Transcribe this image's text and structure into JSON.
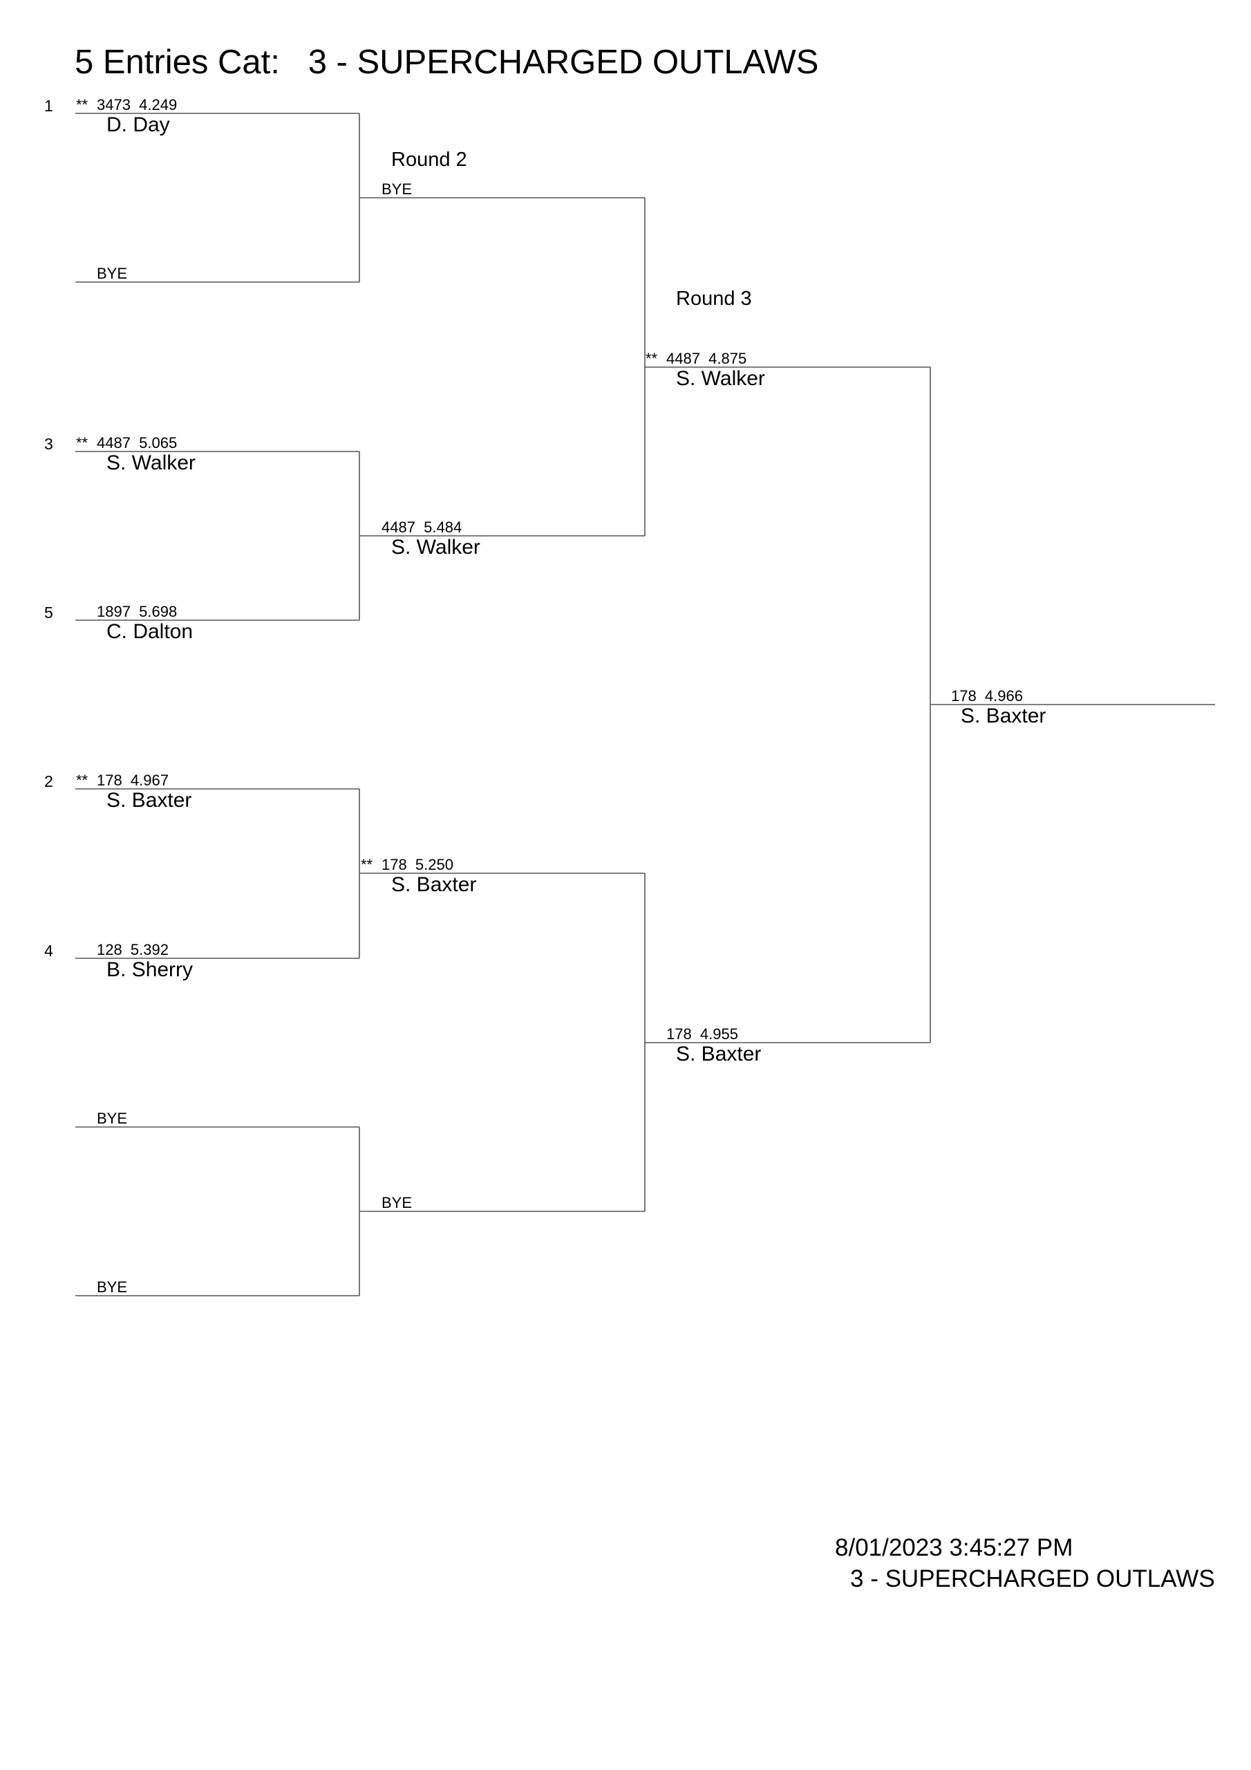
{
  "header": {
    "title": "5 Entries Cat:   3 - SUPERCHARGED OUTLAWS"
  },
  "rounds": {
    "round2": "Round 2",
    "round3": "Round 3"
  },
  "seeds": [
    "1",
    "3",
    "5",
    "2",
    "4"
  ],
  "round1": [
    {
      "stars": "**",
      "info": "3473  4.249",
      "name": "D. Day"
    },
    {
      "stars": "",
      "info": "BYE",
      "name": ""
    },
    {
      "stars": "**",
      "info": "4487  5.065",
      "name": "S. Walker"
    },
    {
      "stars": "",
      "info": "1897  5.698",
      "name": "C. Dalton"
    },
    {
      "stars": "**",
      "info": "178  4.967",
      "name": "S. Baxter"
    },
    {
      "stars": "",
      "info": "128  5.392",
      "name": "B. Sherry"
    },
    {
      "stars": "",
      "info": "BYE",
      "name": ""
    },
    {
      "stars": "",
      "info": "BYE",
      "name": ""
    }
  ],
  "round2_entries": [
    {
      "stars": "",
      "info": "BYE",
      "name": ""
    },
    {
      "stars": "",
      "info": "4487  5.484",
      "name": "S. Walker"
    },
    {
      "stars": "**",
      "info": "178  5.250",
      "name": "S. Baxter"
    },
    {
      "stars": "",
      "info": "BYE",
      "name": ""
    }
  ],
  "round3_entries": [
    {
      "stars": "**",
      "info": "4487  4.875",
      "name": "S. Walker"
    },
    {
      "stars": "",
      "info": "178  4.955",
      "name": "S. Baxter"
    }
  ],
  "winner": {
    "stars": "",
    "info": "178  4.966",
    "name": "S. Baxter"
  },
  "footer": {
    "timestamp": "8/01/2023 3:45:27 PM",
    "category": "3 - SUPERCHARGED OUTLAWS"
  }
}
